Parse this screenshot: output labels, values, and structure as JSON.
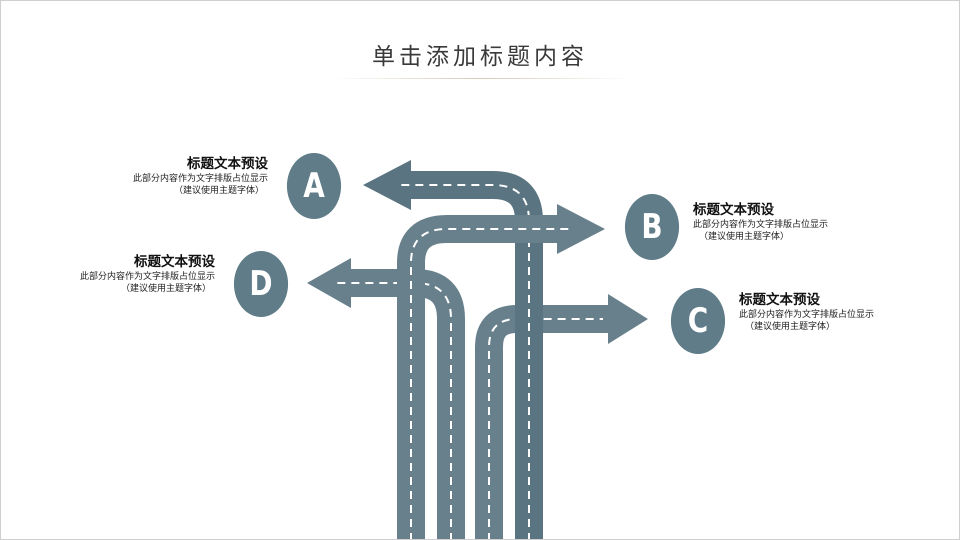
{
  "title": "单击添加标题内容",
  "colors": {
    "road": "#68808c",
    "road_dark": "#5a7481",
    "lane": "#ffffff",
    "circle": "#5f7c88"
  },
  "items": [
    {
      "letter": "A",
      "heading": "标题文本预设",
      "line1": "此部分内容作为文字排版占位显示",
      "line2": "（建议使用主题字体）"
    },
    {
      "letter": "B",
      "heading": "标题文本预设",
      "line1": "此部分内容作为文字排版占位显示",
      "line2": "（建议使用主题字体）"
    },
    {
      "letter": "C",
      "heading": "标题文本预设",
      "line1": "此部分内容作为文字排版占位显示",
      "line2": "（建议使用主题字体）"
    },
    {
      "letter": "D",
      "heading": "标题文本预设",
      "line1": "此部分内容作为文字排版占位显示",
      "line2": "（建议使用主题字体）"
    }
  ]
}
